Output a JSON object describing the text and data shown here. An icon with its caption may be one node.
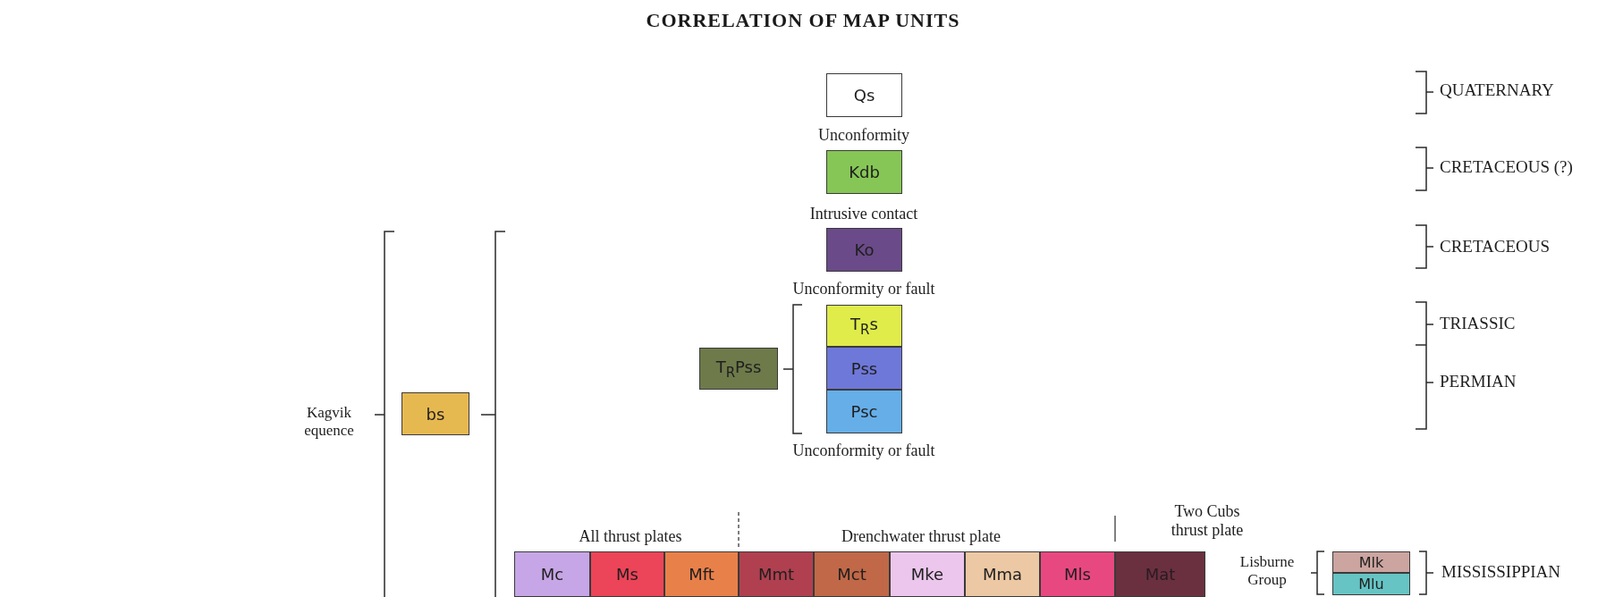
{
  "diagram": {
    "title": "CORRELATION OF MAP UNITS",
    "nodes": [
      {
        "text": [
          "Qs"
        ]
      },
      {
        "text": [
          "Kdb"
        ]
      },
      {
        "text": [
          "Ko"
        ]
      },
      {
        "text": [
          "T$_{R}$s"
        ]
      },
      {
        "text": [
          "Pss"
        ]
      },
      {
        "text": [
          "Psc"
        ]
      },
      {
        "text": [
          "T$_{R}$Pss"
        ]
      },
      {
        "text": [
          "bs"
        ]
      },
      {
        "text": [
          "Mc"
        ]
      },
      {
        "text": [
          "Ms"
        ]
      },
      {
        "text": [
          "Mft"
        ]
      },
      {
        "text": [
          "Mmt"
        ]
      },
      {
        "text": [
          "Mct"
        ]
      },
      {
        "text": [
          "Mke"
        ]
      },
      {
        "text": [
          "Mma"
        ]
      },
      {
        "text": [
          "Mls"
        ]
      },
      {
        "text": [
          "Mat"
        ]
      },
      {
        "text": [
          "Mlk"
        ]
      },
      {
        "text": [
          "Mlu"
        ]
      }
    ],
    "labels": [
      "QUATERNARY",
      "Unconformity",
      "CRETACEOUS (?)",
      "Intrusive contact",
      "CRETACEOUS",
      "Unconformity or fault",
      "TRIASSIC",
      "Kagvik equence",
      "PERMIAN",
      "Unconformity or fault",
      "Two Cubs thrust plate",
      "All thrust plates",
      "Drenchwater thrust plate",
      "Lisburne Group",
      "MISSISSIPPIAN"
    ]
  }
}
